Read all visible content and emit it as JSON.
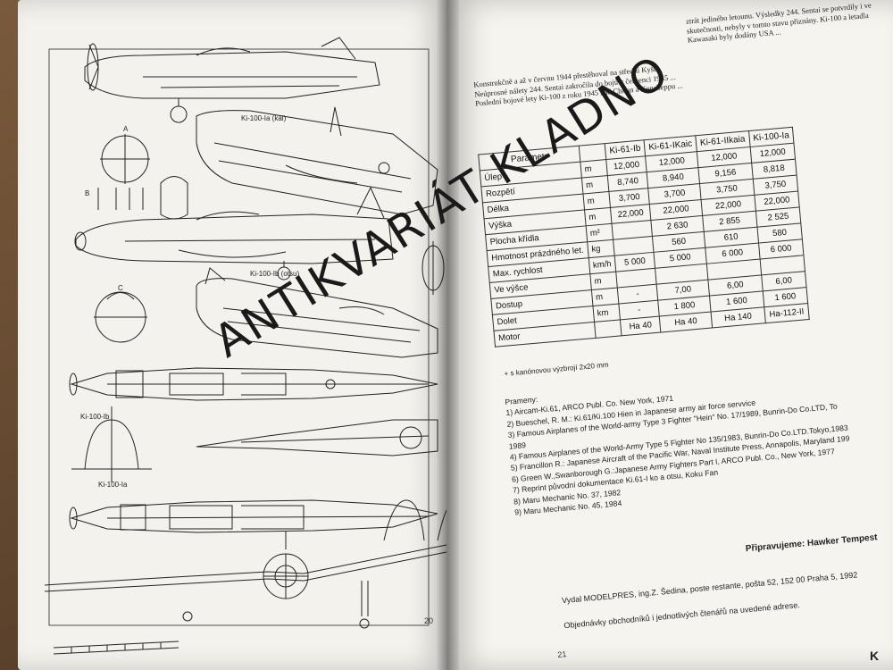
{
  "left_page": {
    "labels": {
      "view_1": "Ki-100-Ia (kai)",
      "view_2": "Ki-100-Ib (otsu)",
      "view_3": "Ki-100-Ib",
      "view_4": "Ki-100-Ia",
      "sect_a": "A",
      "sect_b": "B",
      "sect_c": "C"
    },
    "page_number": "20"
  },
  "right_page": {
    "text_col1": "Konstrukčně a až v červnu 1944 přestěhoval na střední Kyšú. Neúprosné nálety 244. Sentai zakročila do bojů v červenci 1945 ... Poslední bojové lety Ki-100 z roku 1945 nad Chiran a Kenabeppu ...",
    "text_col2": "ztrát jediného letounu. Výsledky 244. Sentai se potvrdily i ve skutečnosti, nebyly v tomto stavu přiznány. Ki-100 a letadla Kawasaki byly dodány USA ...",
    "table": {
      "headers": [
        "Parametr",
        "",
        "Ki-61-Ib",
        "Ki-61-IKaic",
        "Ki-61-IIkaia",
        "Ki-100-Ia"
      ],
      "rows": [
        [
          "Úlep",
          "m",
          "12,000",
          "12,000",
          "12,000",
          "12,000"
        ],
        [
          "Rozpětí",
          "m",
          "8,740",
          "8,940",
          "9,156",
          "8,818"
        ],
        [
          "Délka",
          "m",
          "3,700",
          "3,700",
          "3,750",
          "3,750"
        ],
        [
          "Výška",
          "m",
          "22,000",
          "22,000",
          "22,000",
          "22,000"
        ],
        [
          "Plocha křídla",
          "m²",
          "",
          "2 630",
          "2 855",
          "2 525"
        ],
        [
          "Hmotnost prázdného let.",
          "kg",
          "",
          "560",
          "610",
          "580"
        ],
        [
          "Max. rychlost",
          "km/h",
          "5 000",
          "5 000",
          "6 000",
          "6 000"
        ],
        [
          "Ve výšce",
          "m",
          "",
          "",
          "",
          ""
        ],
        [
          "Dostup",
          "m",
          "-",
          "7,00",
          "6,00",
          "6,00"
        ],
        [
          "Dolet",
          "km",
          "-",
          "1 800",
          "1 600",
          "1 600"
        ],
        [
          "Motor",
          "",
          "Ha 40",
          "Ha 40",
          "Ha 140",
          "Ha-112-II"
        ]
      ]
    },
    "note": "+ s kanónovou výzbrojí 2x20 mm",
    "sources_title": "Prameny:",
    "sources": [
      "1) Aircam-Ki.61, ARCO Publ. Co. New York, 1971",
      "2) Bueschel, R. M.: Ki.61/Ki.100 Hien in Japanese army air force servvice",
      "3) Famous Airplanes of the World-army Type 3 Fighter \"Hein\" No. 17/1989, Bunrin-Do Co.LTD, To",
      "1989",
      "4) Famous Airplanes of the World-Army Type 5 Fighter No 135/1983, Bunrin-Do Co.LTD.Tokyo,1983",
      "5) Francillon R.: Japanese Aircraft of the Pacific War, Naval Institute Press, Annapolis, Maryland 199",
      "6) Green W.,Swanborough G.:Japanese Army Fighters Part I, ARCO Publ. Co., New York, 1977",
      "7) Reprint původní dokumentace Ki.61-I ko a otsu, Koku Fan",
      "8) Maru Mechanic No. 37, 1982",
      "9) Maru Mechanic No. 45, 1984"
    ],
    "preparing": "Připravujeme: Hawker Tempest",
    "publisher": "Vydal MODELPRES, ing.Z. Šedina, poste restante, pošta 52, 152 00 Praha 5, 1992",
    "orders": "Objednávky obchodníků i jednotlivých čtenářů na uvedené adrese.",
    "page_number": "21",
    "corner_tag": "K"
  },
  "watermark": "ANTIKVARIÁT KLADNO"
}
